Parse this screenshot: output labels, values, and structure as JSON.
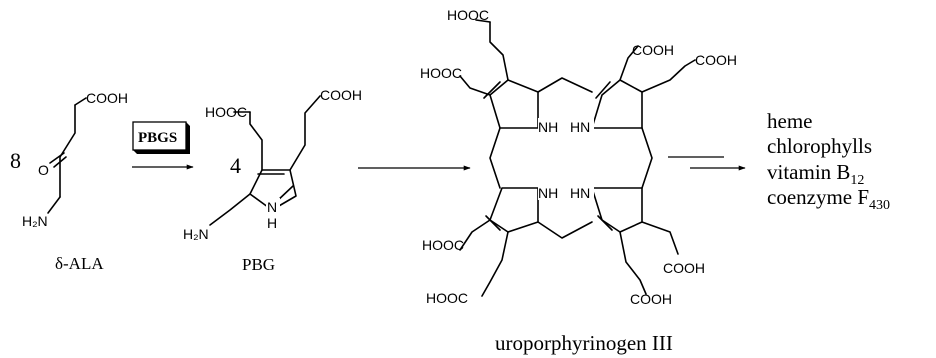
{
  "coefficients": {
    "ala": "8",
    "pbg": "4"
  },
  "enzyme_label": "PBGS",
  "compound_labels": {
    "ala": "δ-ALA",
    "pbg": "PBG",
    "uro": "uroporphyrinogen III"
  },
  "atoms": {
    "cooh": "COOH",
    "hooc": "HOOC",
    "nh": "NH",
    "hn": "HN",
    "n": "N",
    "h": "H",
    "h2n": "H₂N",
    "o": "O"
  },
  "products": [
    {
      "text": "heme",
      "sub": ""
    },
    {
      "text": "chlorophylls",
      "sub": ""
    },
    {
      "text": "vitamin B",
      "sub": "12"
    },
    {
      "text": "coenzyme F",
      "sub": "430"
    }
  ]
}
